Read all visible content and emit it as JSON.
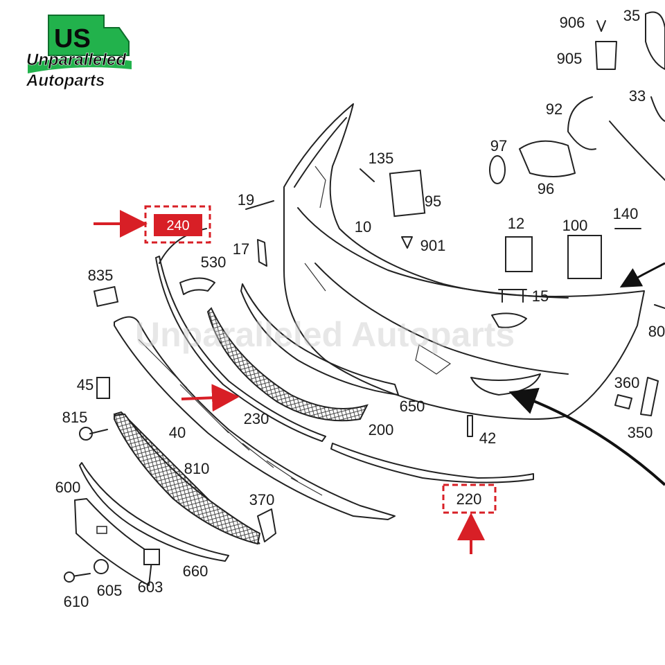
{
  "brand": {
    "us": "US",
    "line1": "Unparalleled",
    "line2": "Autoparts",
    "accent_color": "#22b24c"
  },
  "watermark": "Unparalleled Autoparts",
  "callouts": [
    "906",
    "35",
    "905",
    "33",
    "92",
    "97",
    "96",
    "135",
    "95",
    "19",
    "10",
    "140",
    "12",
    "100",
    "901",
    "17",
    "530",
    "15",
    "835",
    "80",
    "45",
    "360",
    "650",
    "815",
    "230",
    "40",
    "200",
    "42",
    "350",
    "810",
    "600",
    "370",
    "220",
    "660",
    "605",
    "603",
    "610"
  ],
  "highlighted": {
    "main": "240",
    "secondary": "220",
    "highlight_color": "#d81f26"
  }
}
